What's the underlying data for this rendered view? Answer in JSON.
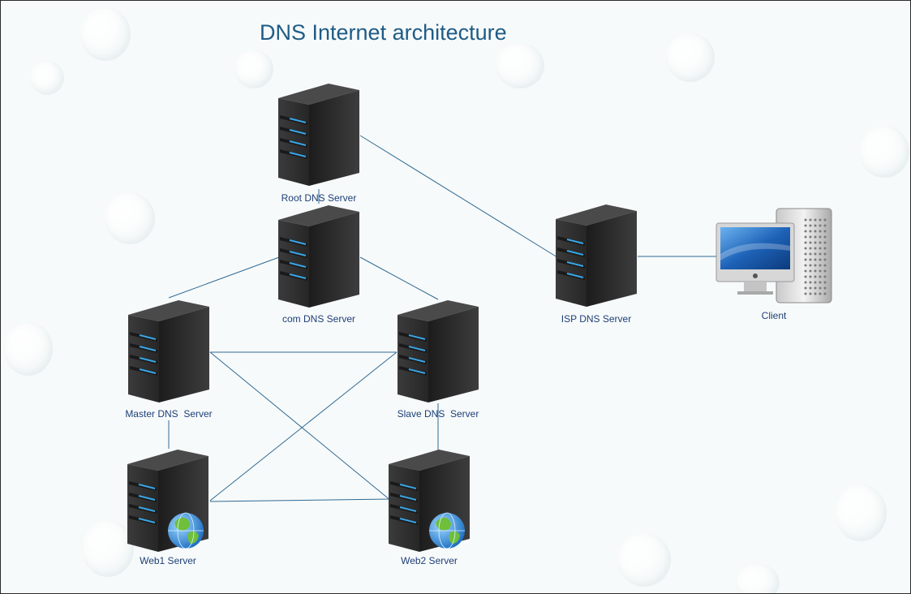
{
  "diagram": {
    "title": "DNS Internet architecture",
    "colors": {
      "title": "#1f5c86",
      "label": "#1d3f78",
      "link": "#2f6a94",
      "server_body": "#2e2e2e",
      "server_led": "#3aa6e6",
      "background": "#f7fafa"
    },
    "nodes": {
      "root": {
        "label": "Root DNS Server",
        "icon": "server-tower-icon"
      },
      "com": {
        "label": "com DNS Server",
        "icon": "server-tower-icon"
      },
      "isp": {
        "label": "ISP DNS Server",
        "icon": "server-tower-icon"
      },
      "client": {
        "label": "Client",
        "icon": "desktop-computer-icon"
      },
      "master": {
        "label": "Master DNS  Server",
        "icon": "server-tower-icon"
      },
      "slave": {
        "label": "Slave DNS  Server",
        "icon": "server-tower-icon"
      },
      "web1": {
        "label": "Web1 Server",
        "icon": "web-server-globe-icon"
      },
      "web2": {
        "label": "Web2 Server",
        "icon": "web-server-globe-icon"
      }
    },
    "connections": [
      {
        "from": "root",
        "to": "com"
      },
      {
        "from": "root",
        "to": "isp"
      },
      {
        "from": "isp",
        "to": "client"
      },
      {
        "from": "com",
        "to": "master"
      },
      {
        "from": "com",
        "to": "slave"
      },
      {
        "from": "master",
        "to": "slave"
      },
      {
        "from": "master",
        "to": "web1"
      },
      {
        "from": "master",
        "to": "web2"
      },
      {
        "from": "slave",
        "to": "web1"
      },
      {
        "from": "slave",
        "to": "web2"
      },
      {
        "from": "web1",
        "to": "web2"
      }
    ]
  }
}
